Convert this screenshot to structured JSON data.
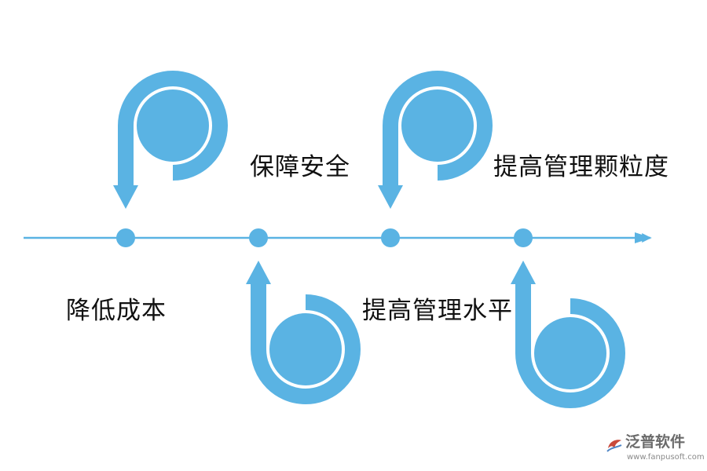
{
  "diagram": {
    "accent_color": "#5ab3e3",
    "steps": [
      {
        "label": "降低成本",
        "glyph": "p-shape",
        "orientation": "above"
      },
      {
        "label": "保障安全",
        "glyph": "b-shape",
        "orientation": "below"
      },
      {
        "label": "提高管理水平",
        "glyph": "p-shape",
        "orientation": "above"
      },
      {
        "label": "提高管理颗粒度",
        "glyph": "b-shape",
        "orientation": "below"
      }
    ]
  },
  "watermark": {
    "name": "泛普软件",
    "url": "www.fanpusoft.com",
    "icon": "fanpu-logo-icon"
  }
}
